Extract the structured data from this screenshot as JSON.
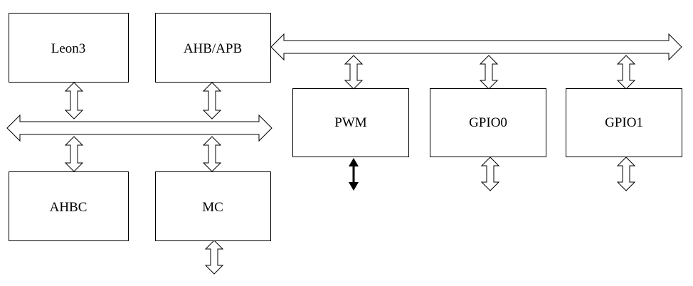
{
  "blocks": {
    "leon3": "Leon3",
    "ahb_apb": "AHB/APB",
    "ahbc": "AHBC",
    "mc": "MC",
    "pwm": "PWM",
    "gpio0": "GPIO0",
    "gpio1": "GPIO1"
  },
  "colors": {
    "line": "#000000",
    "fill": "#ffffff",
    "pwm_output_arrow": "#000000"
  }
}
